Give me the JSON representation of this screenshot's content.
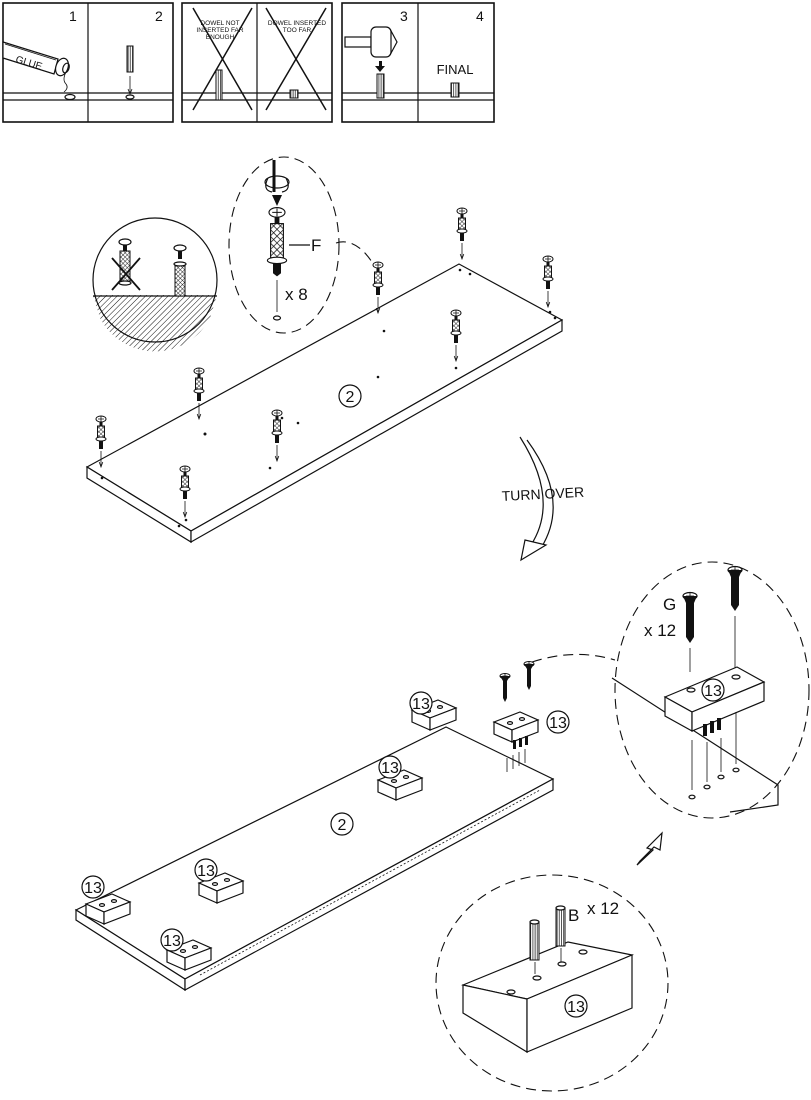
{
  "dowel_steps": [
    {
      "number": "1",
      "label": "GLUE"
    },
    {
      "number": "2"
    },
    {
      "number": "",
      "label": "DOWEL NOT INSERTED FAR ENOUGH"
    },
    {
      "number": "",
      "label": "DOWEL INSERTED TOO FAR"
    },
    {
      "number": "3"
    },
    {
      "number": "4",
      "label": "FINAL"
    }
  ],
  "step_a": {
    "panel": "2",
    "fitting_letter": "F",
    "fitting_qty": "x 8"
  },
  "turn_over": "TURN OVER",
  "step_b": {
    "panel": "2",
    "block_part": "13",
    "screw_letter": "G",
    "screw_qty": "x 12",
    "dowel_letter": "B",
    "dowel_qty": "x 12"
  }
}
